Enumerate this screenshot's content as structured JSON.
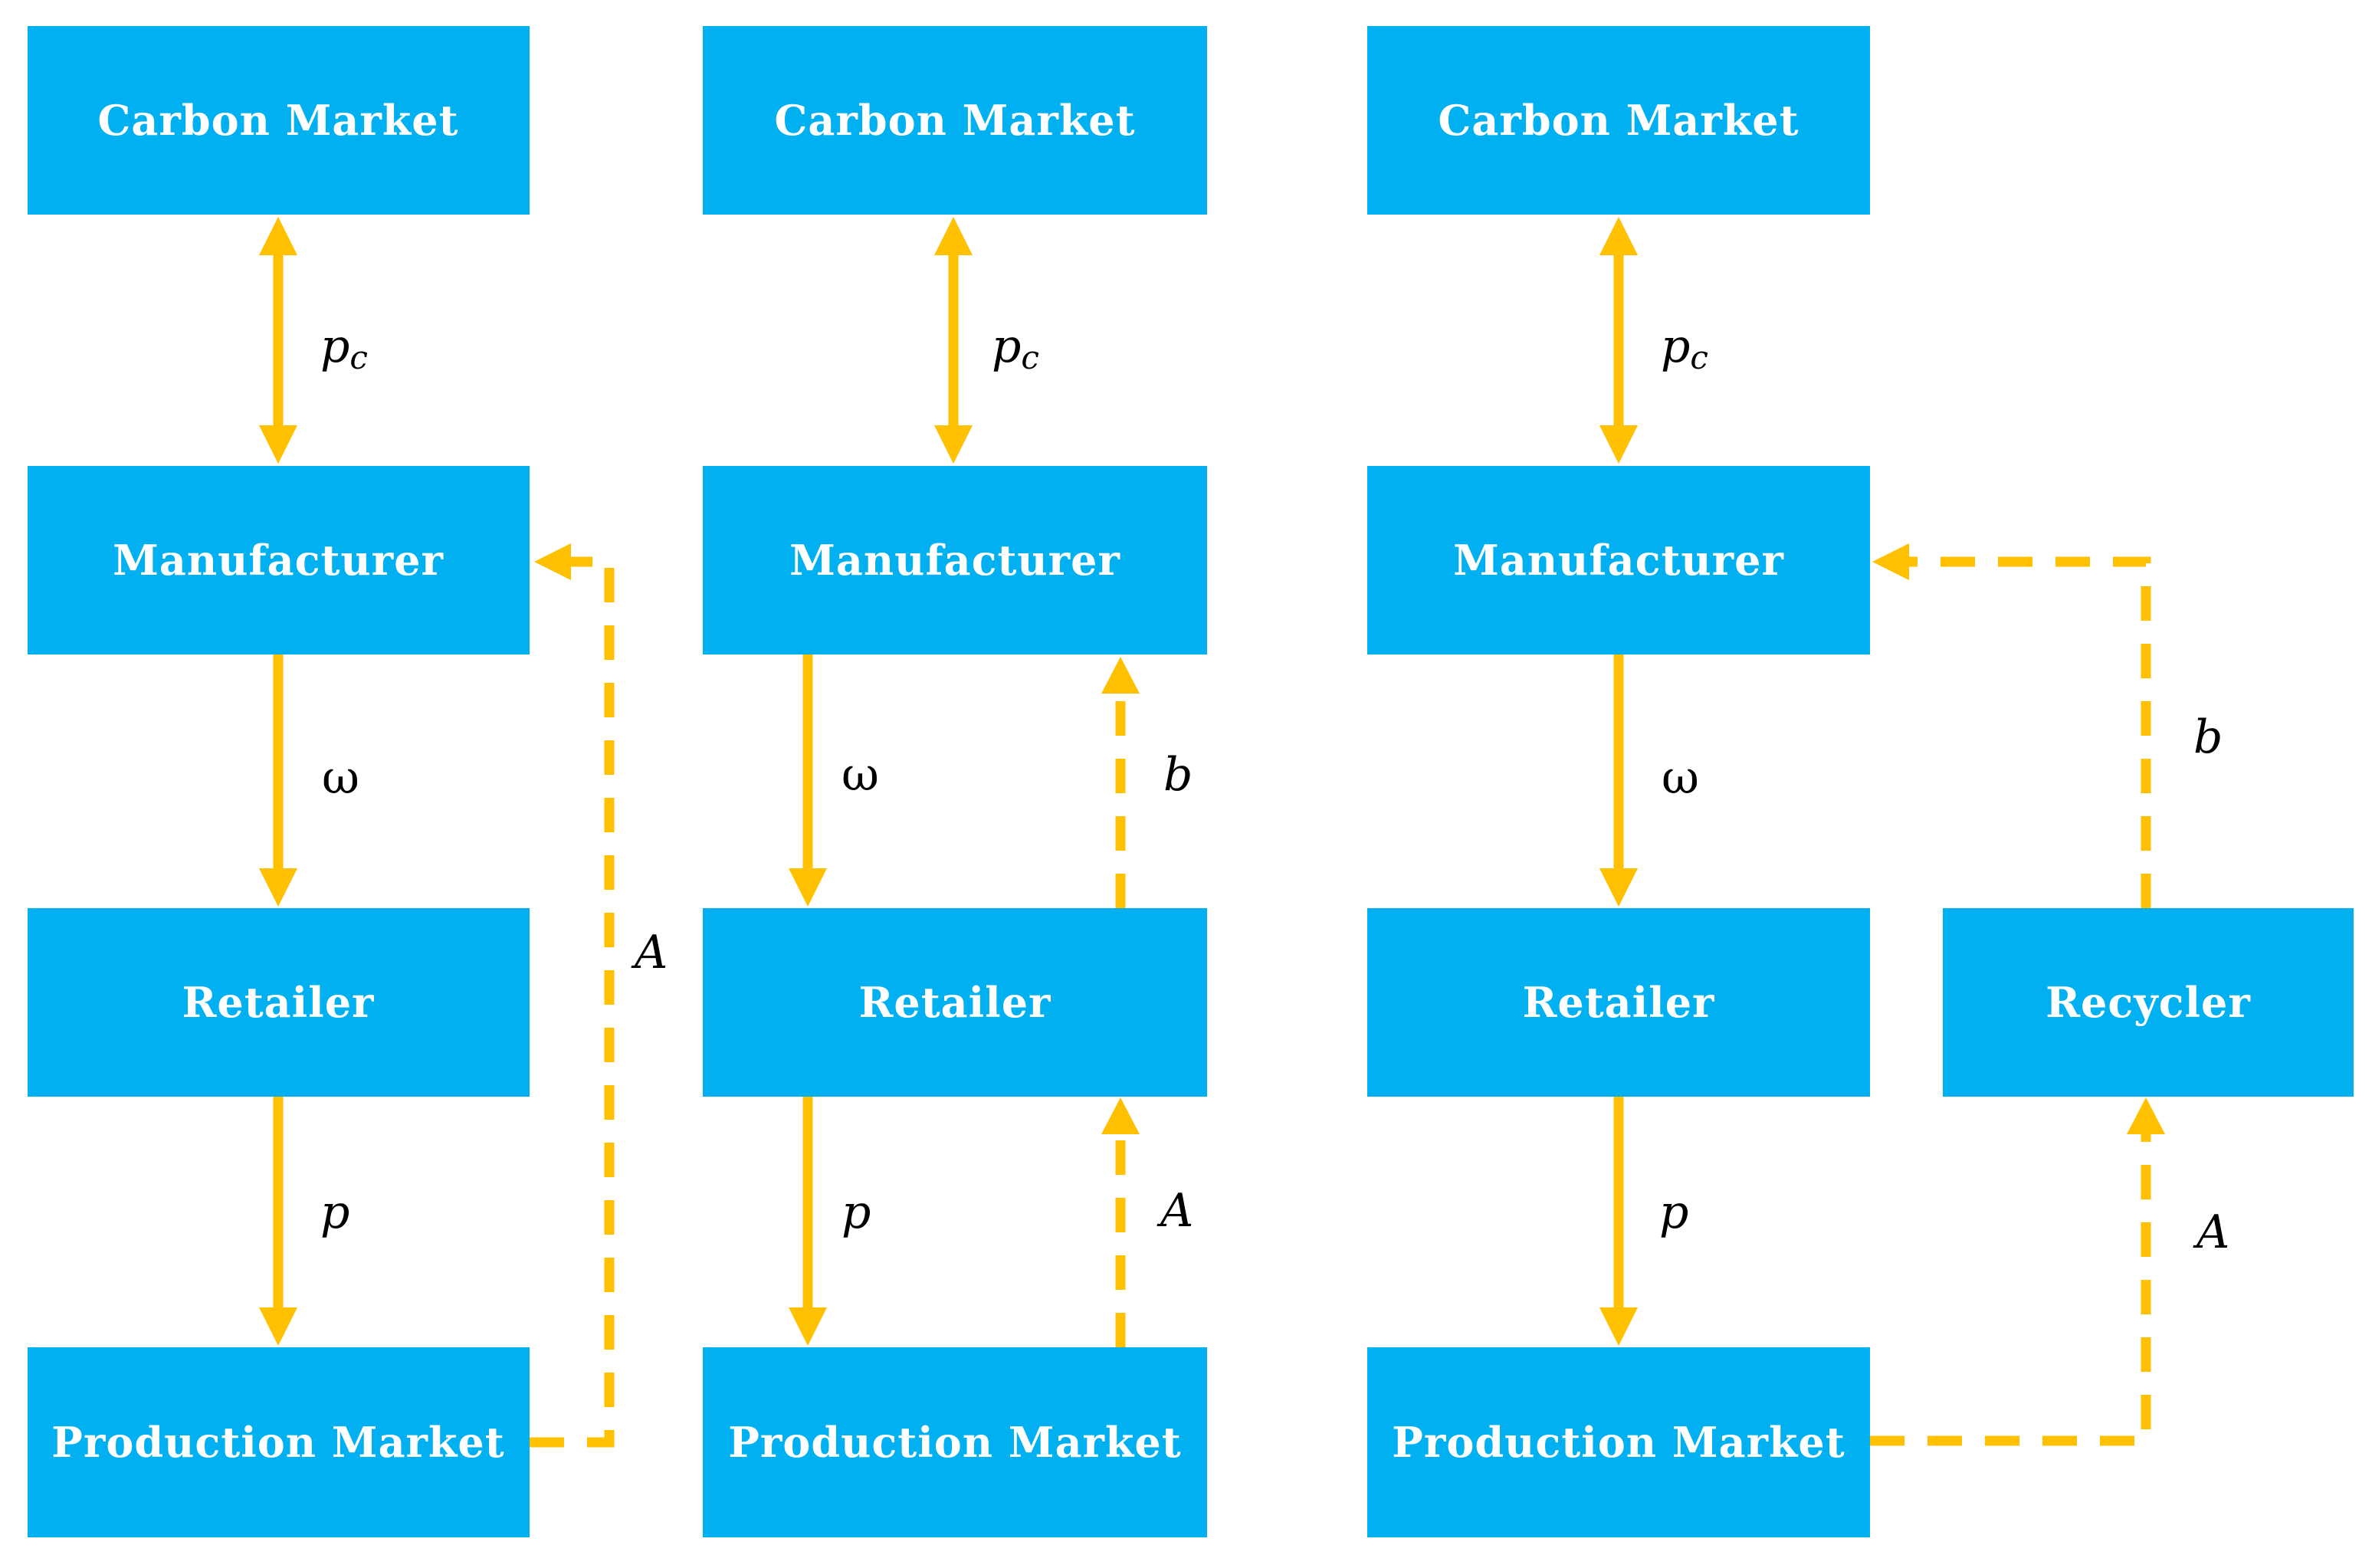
{
  "diagrams": [
    {
      "nodes": {
        "carbon_market": "Carbon Market",
        "manufacturer": "Manufacturer",
        "retailer": "Retailer",
        "production_market": "Production Market"
      },
      "flows": {
        "carbon_price": {
          "symbol": "p",
          "subscript": "c"
        },
        "wholesale_price": "ω",
        "retail_price": "p",
        "recycling_amount": "A"
      }
    },
    {
      "nodes": {
        "carbon_market": "Carbon Market",
        "manufacturer": "Manufacturer",
        "retailer": "Retailer",
        "production_market": "Production Market"
      },
      "flows": {
        "carbon_price": {
          "symbol": "p",
          "subscript": "c"
        },
        "wholesale_price": "ω",
        "recycling_price": "b",
        "retail_price": "p",
        "recycling_amount": "A"
      }
    },
    {
      "nodes": {
        "carbon_market": "Carbon Market",
        "manufacturer": "Manufacturer",
        "retailer": "Retailer",
        "recycler": "Recycler",
        "production_market": "Production Market"
      },
      "flows": {
        "carbon_price": {
          "symbol": "p",
          "subscript": "c"
        },
        "wholesale_price": "ω",
        "recycling_price": "b",
        "retail_price": "p",
        "recycling_amount": "A"
      }
    }
  ],
  "colors": {
    "node_fill": "#00b0f0",
    "node_text": "#ffffff",
    "arrow": "#ffc000",
    "label_text": "#000000"
  }
}
